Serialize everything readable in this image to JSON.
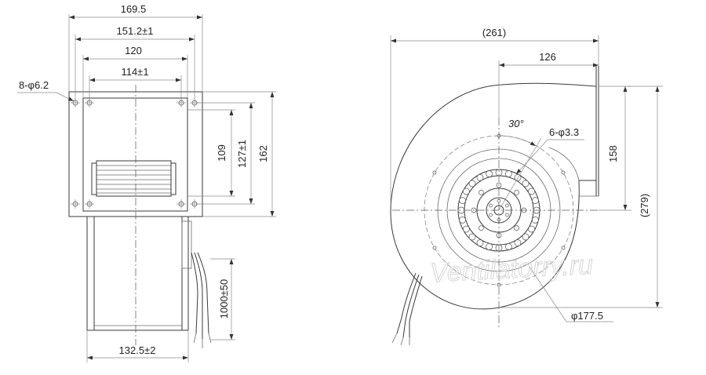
{
  "side_view": {
    "dims": {
      "overall_width": "169.5",
      "hole_spacing_outer": "151.2±1",
      "inlet_width": "120",
      "hole_spacing_inner": "114±1",
      "hole_callout": "8-φ6.2",
      "height_109": "109",
      "height_127": "127±1",
      "height_162": "162",
      "bottom_width": "132.5±2",
      "cable_length": "1000±50"
    }
  },
  "front_view": {
    "dims": {
      "overall_width": "(261)",
      "outlet_offset": "126",
      "angle": "30°",
      "hole_callout": "6-φ3.3",
      "outlet_height": "158",
      "overall_height": "(279)",
      "diameter": "φ177.5"
    }
  },
  "watermark": "Ventilatorry.ru"
}
